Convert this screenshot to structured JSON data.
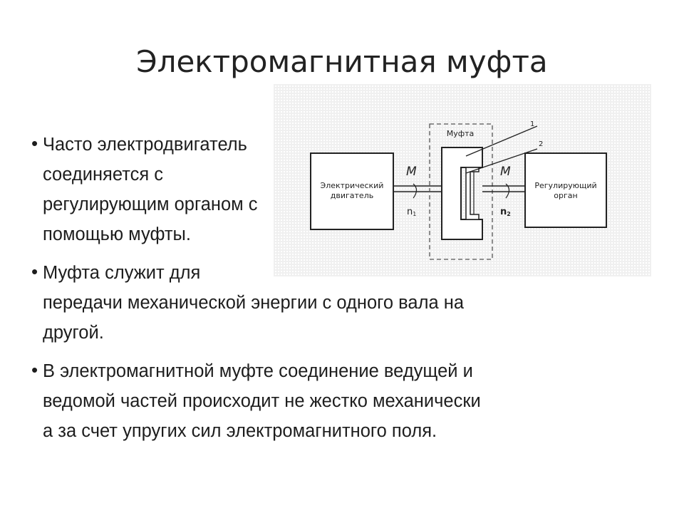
{
  "slide": {
    "title": "Электромагнитная муфта"
  },
  "bullets": [
    {
      "lines": [
        "Часто электродвигатель",
        "соединяется с",
        "регулирующим органом с",
        "помощью муфты."
      ]
    },
    {
      "lines": [
        "Муфта служит для",
        "передачи механической энергии с одного вала на",
        "другой."
      ]
    },
    {
      "lines": [
        "В электромагнитной муфте соединение ведущей и",
        "ведомой частей происходит не жестко механически",
        "а за счет упругих сил электромагнитного поля."
      ]
    }
  ],
  "diagram": {
    "motor_label": [
      "Электрический",
      "двигатель"
    ],
    "organ_label": [
      "Регулирующий",
      "орган"
    ],
    "coupling_label": "Муфта",
    "moment_left": "M",
    "moment_right": "M",
    "speed_left": "n",
    "speed_left_sub": "1",
    "speed_right": "n",
    "speed_right_sub": "2",
    "lead_1": "1",
    "lead_2": "2"
  }
}
